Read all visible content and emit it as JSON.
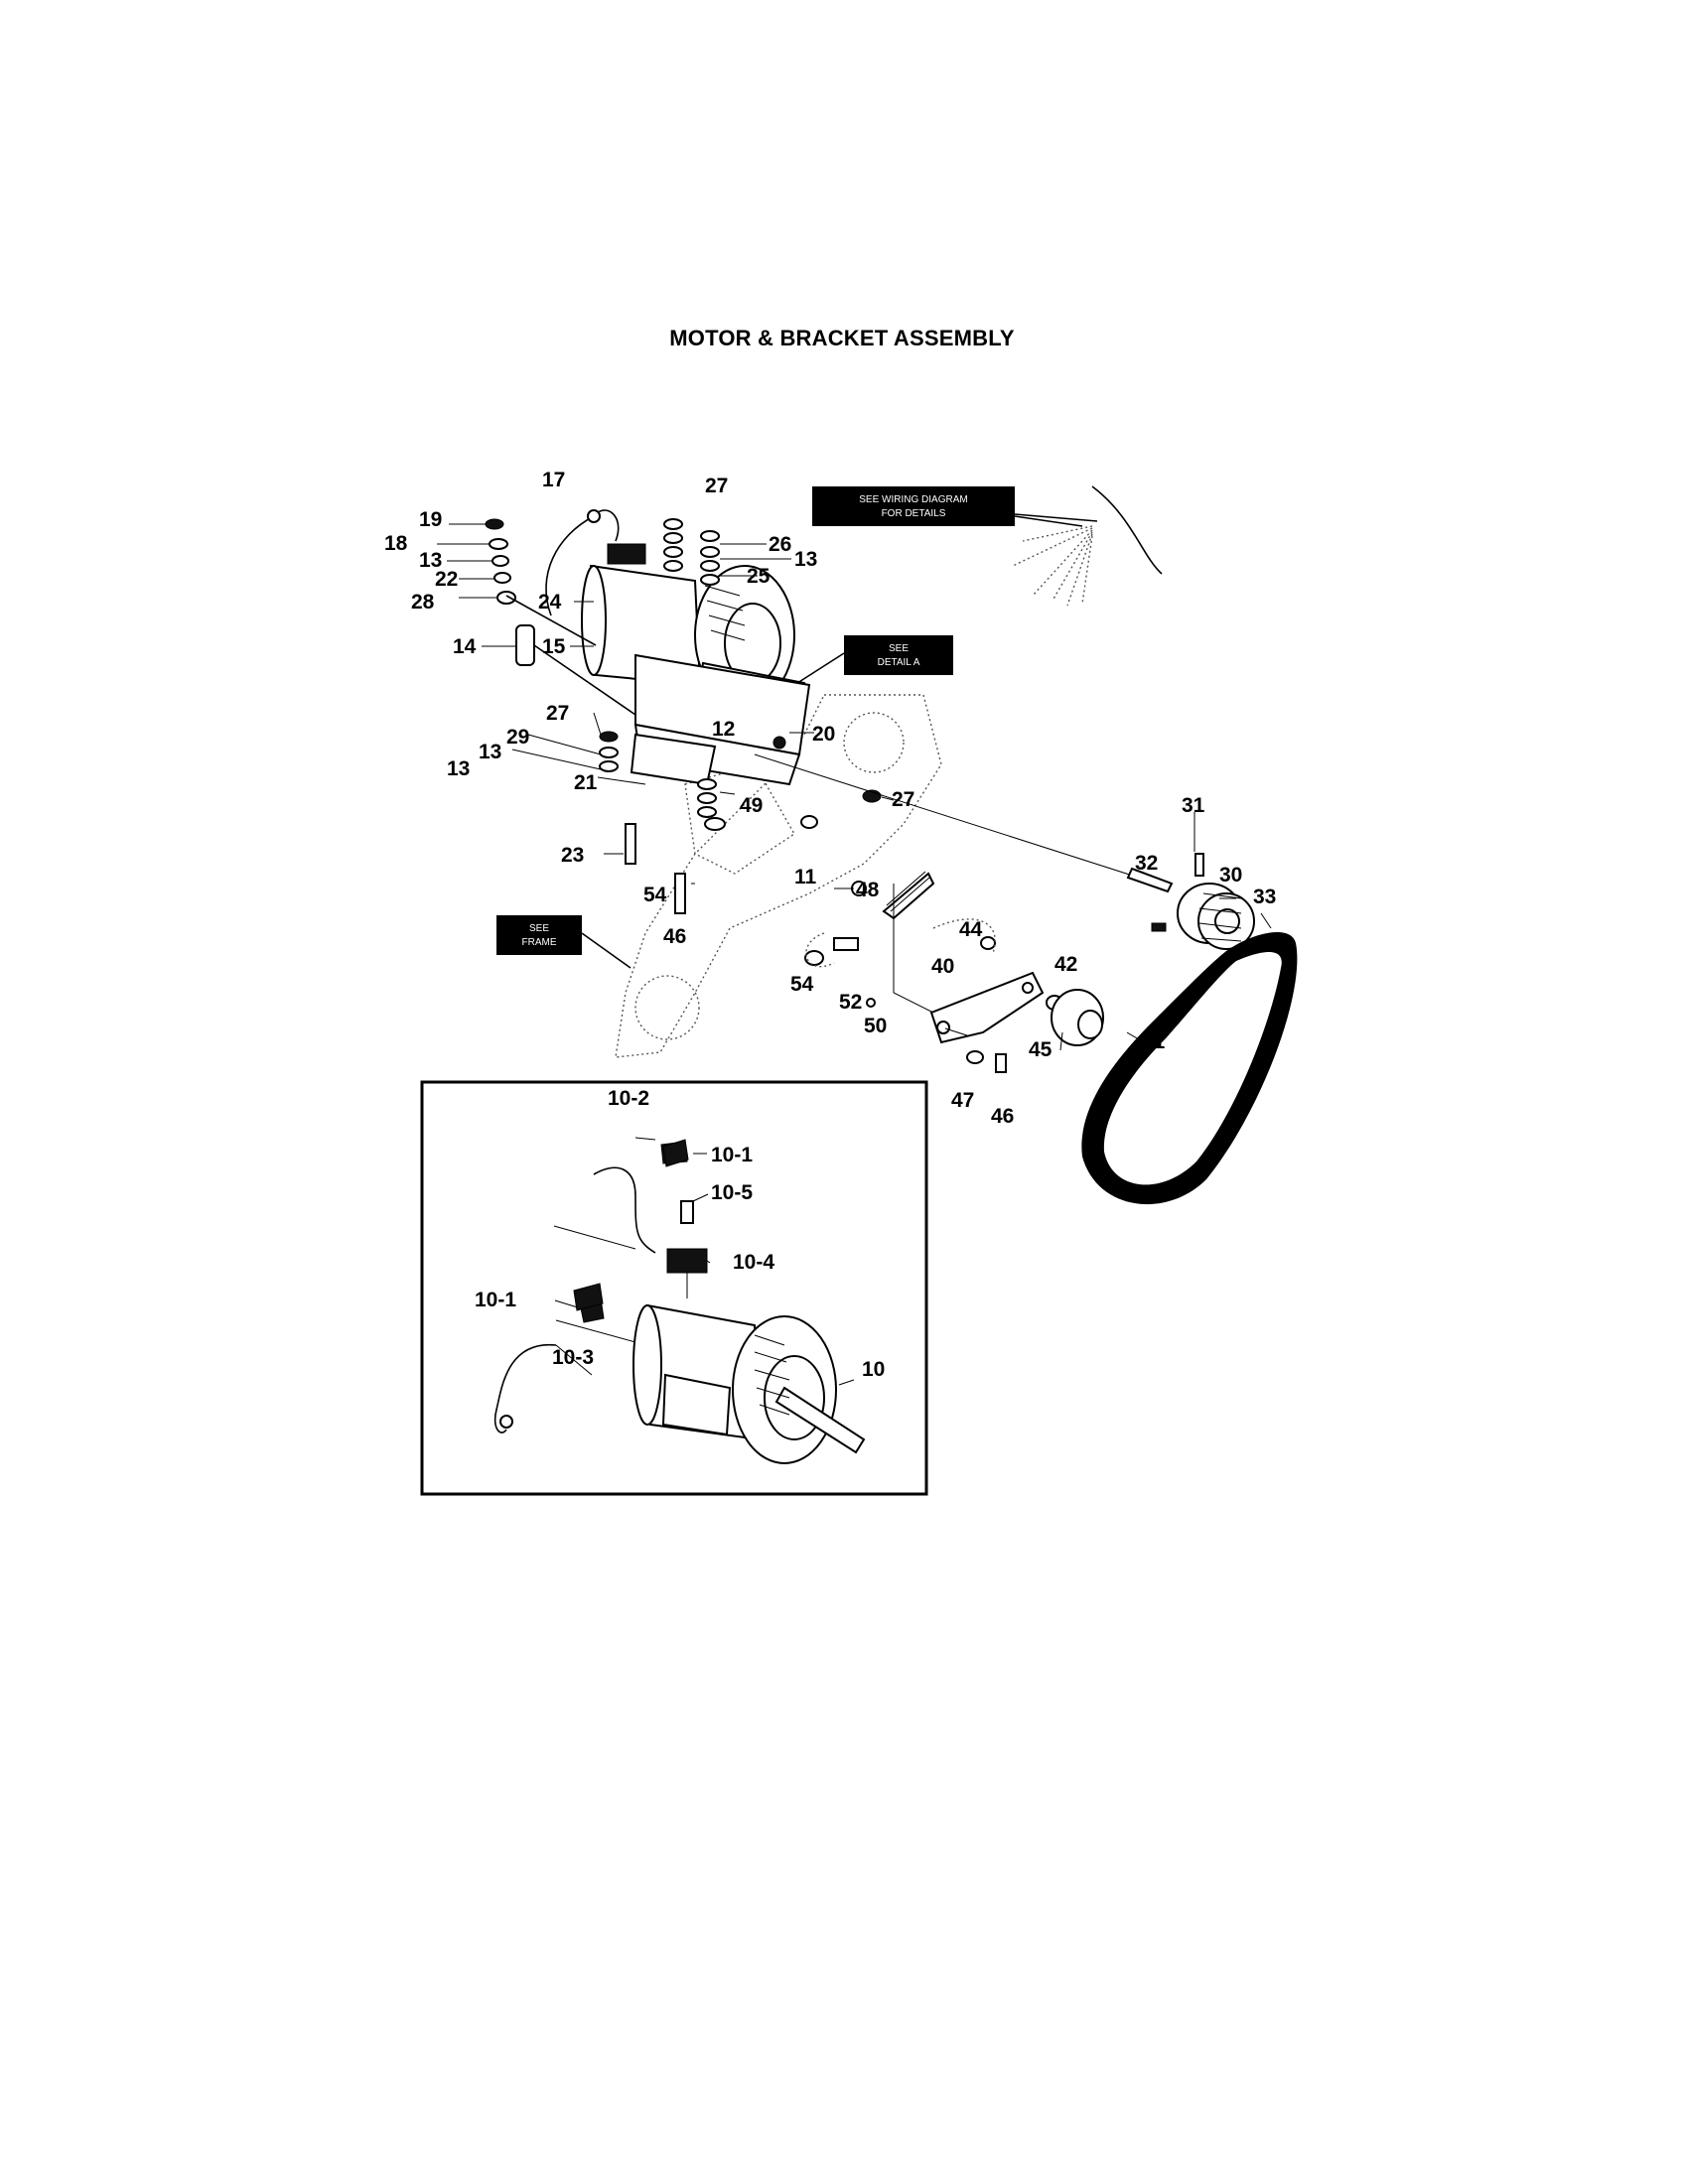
{
  "title": "MOTOR & BRACKET ASSEMBLY",
  "notes": {
    "wiring": [
      "SEE WIRING DIAGRAM",
      "FOR DETAILS"
    ],
    "detail": [
      "SEE",
      "DETAIL A"
    ],
    "frame": [
      "SEE",
      "FRAME"
    ]
  },
  "callouts": [
    {
      "id": "c17",
      "label": "17"
    },
    {
      "id": "c27a",
      "label": "27"
    },
    {
      "id": "c19",
      "label": "19"
    },
    {
      "id": "c18",
      "label": "18"
    },
    {
      "id": "c13a",
      "label": "13"
    },
    {
      "id": "c22",
      "label": "22"
    },
    {
      "id": "c28",
      "label": "28"
    },
    {
      "id": "c26",
      "label": "26"
    },
    {
      "id": "c13b",
      "label": "13"
    },
    {
      "id": "c25",
      "label": "25"
    },
    {
      "id": "c24",
      "label": "24"
    },
    {
      "id": "c14",
      "label": "14"
    },
    {
      "id": "c15",
      "label": "15"
    },
    {
      "id": "c27b",
      "label": "27"
    },
    {
      "id": "c12",
      "label": "12"
    },
    {
      "id": "c29",
      "label": "29"
    },
    {
      "id": "c13c",
      "label": "13"
    },
    {
      "id": "c13d",
      "label": "13"
    },
    {
      "id": "c20",
      "label": "20"
    },
    {
      "id": "c21",
      "label": "21"
    },
    {
      "id": "c49",
      "label": "49"
    },
    {
      "id": "c27c",
      "label": "27"
    },
    {
      "id": "c23",
      "label": "23"
    },
    {
      "id": "c11",
      "label": "11"
    },
    {
      "id": "c54a",
      "label": "54"
    },
    {
      "id": "c48",
      "label": "48"
    },
    {
      "id": "c46a",
      "label": "46"
    },
    {
      "id": "c31",
      "label": "31"
    },
    {
      "id": "c32",
      "label": "32"
    },
    {
      "id": "c30",
      "label": "30"
    },
    {
      "id": "c33",
      "label": "33"
    },
    {
      "id": "c44",
      "label": "44"
    },
    {
      "id": "c40",
      "label": "40"
    },
    {
      "id": "c42",
      "label": "42"
    },
    {
      "id": "c54b",
      "label": "54"
    },
    {
      "id": "c52",
      "label": "52"
    },
    {
      "id": "c50",
      "label": "50"
    },
    {
      "id": "c45",
      "label": "45"
    },
    {
      "id": "c41",
      "label": "41"
    },
    {
      "id": "c47",
      "label": "47"
    },
    {
      "id": "c46b",
      "label": "46"
    },
    {
      "id": "c10_2",
      "label": "10-2"
    },
    {
      "id": "c10_1a",
      "label": "10-1"
    },
    {
      "id": "c10_5",
      "label": "10-5"
    },
    {
      "id": "c10_4",
      "label": "10-4"
    },
    {
      "id": "c10_1b",
      "label": "10-1"
    },
    {
      "id": "c10_3",
      "label": "10-3"
    },
    {
      "id": "c10",
      "label": "10"
    }
  ]
}
